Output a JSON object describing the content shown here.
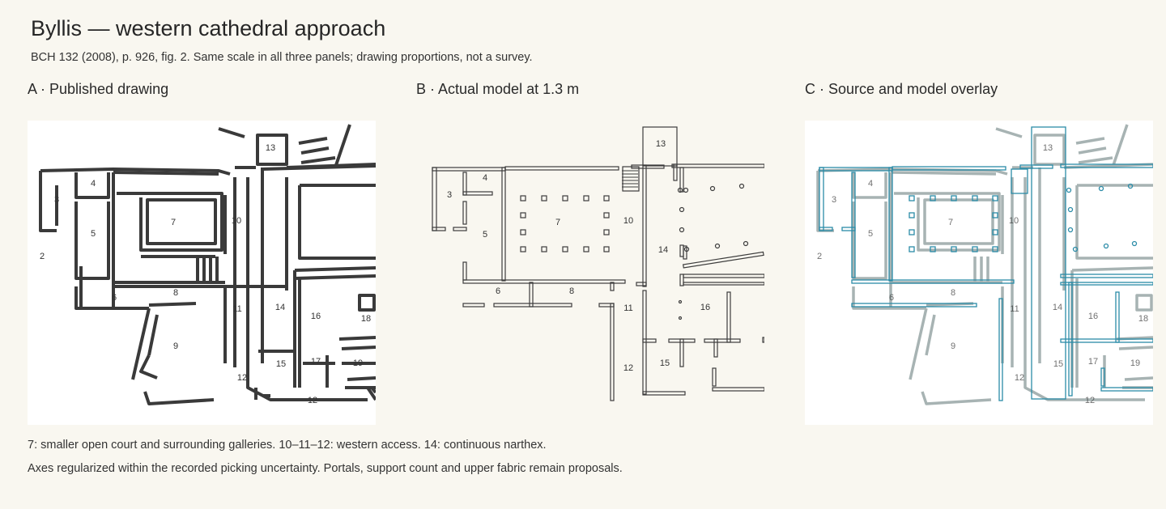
{
  "header": {
    "title": "Byllis — western cathedral approach",
    "subtitle": "BCH 132 (2008), p. 926, fig. 2. Same scale in all three panels; drawing proportions, not a survey."
  },
  "panels": [
    {
      "id": "A",
      "label": "A · Published drawing"
    },
    {
      "id": "B",
      "label": "B · Actual model at 1.3 m"
    },
    {
      "id": "C",
      "label": "C · Source and model overlay"
    }
  ],
  "room_labels": {
    "drawing": [
      "13",
      "3",
      "4",
      "7",
      "10",
      "5",
      "2",
      "8",
      "6",
      "11",
      "14",
      "16",
      "18",
      "9",
      "15",
      "17",
      "19",
      "12",
      "12"
    ],
    "model": [
      "13",
      "4",
      "3",
      "7",
      "10",
      "5",
      "14",
      "6",
      "8",
      "11",
      "16",
      "12",
      "15"
    ]
  },
  "notes": {
    "line1": "7: smaller open court and surrounding galleries. 10–11–12: western access. 14: continuous narthex.",
    "line2": "Axes regularized within the recorded picking uncertainty. Portals, support count and upper fabric remain proposals."
  },
  "colors": {
    "background": "#f9f7f0",
    "drawing_ink": "#3a3a3a",
    "model_ink": "#3c3c3c",
    "overlay_model": "#2b8ca8",
    "overlay_drawing": "#8a9a9a"
  }
}
